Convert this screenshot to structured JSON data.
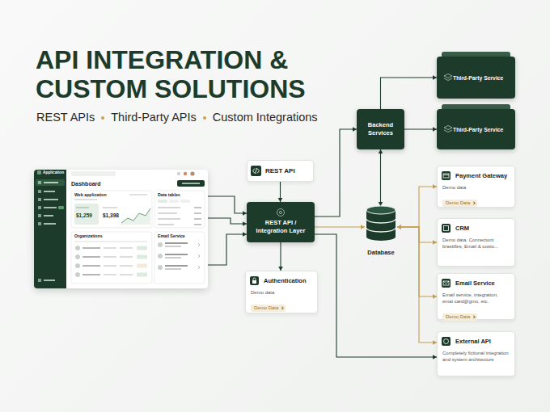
{
  "diagram": {
    "title": "API INTEGRATION & CUSTOM SOLUTIONS",
    "nodes": [
      {
        "text": [
          "Dashboard"
        ]
      },
      {
        "text": [
          "REST API"
        ]
      },
      {
        "text": [
          "REST API / Integration Layer"
        ]
      },
      {
        "text": [
          "Authentication",
          "Demo data",
          "Demo Data"
        ]
      },
      {
        "text": [
          "Backend Services"
        ]
      },
      {
        "text": [
          "Third-Party Service"
        ]
      },
      {
        "text": [
          "Third-Party Service"
        ]
      },
      {
        "text": [
          "Database"
        ]
      },
      {
        "text": [
          "Payment Gateway",
          "Demo data",
          "Demo Data"
        ]
      },
      {
        "text": [
          "CRM",
          "Demo data. Connectont brastilles, Email & oosto..."
        ]
      },
      {
        "text": [
          "Email Service",
          "Email service, integration, emai card@gmo, etc.",
          "Demo Data"
        ]
      },
      {
        "text": [
          "External API",
          "Completely fictional integration and system architecture"
        ]
      }
    ],
    "edges": [
      {
        "from": 0,
        "to": 2,
        "arrow": "to"
      },
      {
        "from": 0,
        "to": 2,
        "arrow": "to"
      },
      {
        "from": 0,
        "to": 2,
        "arrow": "to"
      },
      {
        "from": 1,
        "to": 2,
        "arrow": "to"
      },
      {
        "from": 2,
        "to": 3,
        "arrow": "to"
      },
      {
        "from": 2,
        "to": 4,
        "arrow": "to"
      },
      {
        "from": 4,
        "to": 5,
        "arrow": "to"
      },
      {
        "from": 4,
        "to": 6,
        "arrow": "to"
      },
      {
        "from": 4,
        "to": 7,
        "arrow": "both"
      },
      {
        "from": 2,
        "to": 7,
        "arrow": "to"
      },
      {
        "from": 7,
        "to": 8,
        "arrow": "both"
      },
      {
        "from": 7,
        "to": 9,
        "arrow": "both"
      },
      {
        "from": 7,
        "to": 10,
        "arrow": "both"
      },
      {
        "from": 7,
        "to": 11,
        "arrow": "both"
      },
      {
        "from": 2,
        "to": 11,
        "arrow": "to"
      }
    ],
    "labels": [
      "REST APIs",
      "Third-Party APIs",
      "Custom Integrations",
      "Application",
      "Web application",
      "$1,259",
      "$1,398",
      "Data tables",
      "Organizations",
      "Email Service"
    ]
  }
}
